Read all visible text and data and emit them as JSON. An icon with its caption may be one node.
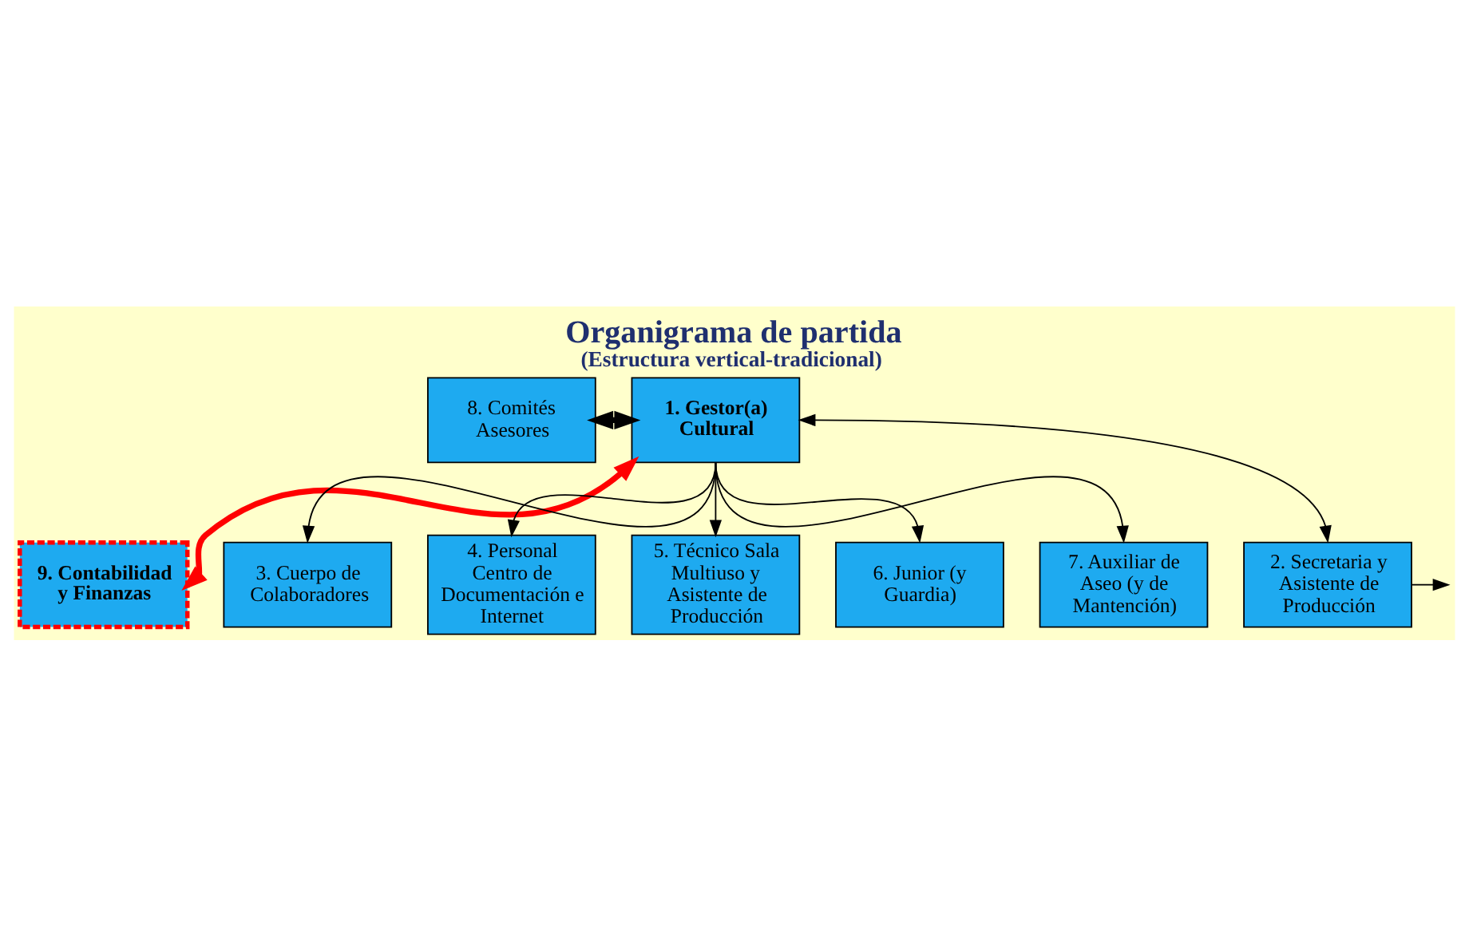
{
  "diagram": {
    "title": "Organigrama de partida",
    "caption": "(Estructura vertical-tradicional)",
    "nodes": [
      {
        "text": [
          "8. Comités Asesores"
        ]
      },
      {
        "text": [
          "1. Gestor(a) Cultural"
        ]
      },
      {
        "text": [
          "9. Contabilidad y Finanzas"
        ]
      },
      {
        "text": [
          "2. Secretaria y Asistente de Producción"
        ]
      },
      {
        "text": [
          "3. Cuerpo de Colaboradores"
        ]
      },
      {
        "text": [
          "4. Personal Centro de Documentación e Internet"
        ]
      },
      {
        "text": [
          "5. Técnico Sala Multiuso y Asistente de Producción"
        ]
      },
      {
        "text": [
          "6. Junior (y Guardia)"
        ]
      },
      {
        "text": [
          "7. Auxiliar de Aseo (y de Mantención)"
        ]
      }
    ],
    "edges": [
      {
        "from": 0,
        "to": 1,
        "arrow": "both",
        "style": "thick"
      },
      {
        "from": 1,
        "to": 2,
        "arrow": "both",
        "style": "thick",
        "color": "#ff0000"
      },
      {
        "from": 1,
        "to": 3,
        "arrow": "both"
      },
      {
        "from": 3,
        "to": null,
        "arrow": "to"
      },
      {
        "from": 1,
        "to": 4,
        "arrow": "to"
      },
      {
        "from": 1,
        "to": 5,
        "arrow": "to"
      },
      {
        "from": 1,
        "to": 6,
        "arrow": "to"
      },
      {
        "from": 1,
        "to": 7,
        "arrow": "to"
      },
      {
        "from": 1,
        "to": 8,
        "arrow": "to"
      }
    ]
  }
}
